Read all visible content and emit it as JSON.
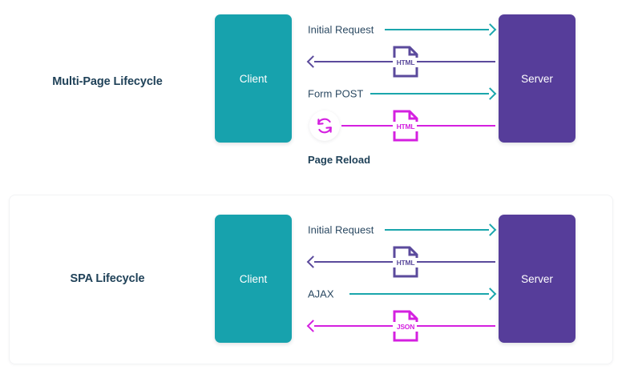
{
  "diagram": {
    "title_visible": false,
    "colors": {
      "client": "#17a2ad",
      "server": "#563d9a",
      "request_line": "#1aa6ac",
      "html_line": "#5b4a9c",
      "json_line": "#d420e0",
      "label_text": "#2c4a63",
      "heading_text": "#1f4158",
      "card_background": "#ffffff"
    },
    "sections": [
      {
        "id": "multi-page",
        "title": "Multi-Page Lifecycle",
        "client_label": "Client",
        "server_label": "Server",
        "flows": [
          {
            "label": "Initial Request",
            "direction": "right",
            "color": "#1aa6ac",
            "icon": null
          },
          {
            "label": "",
            "direction": "left",
            "color": "#5b4a9c",
            "icon": "html-document-icon",
            "icon_text": "HTML"
          },
          {
            "label": "Form POST",
            "direction": "right",
            "color": "#1aa6ac",
            "icon": null
          },
          {
            "label": "",
            "direction": "none",
            "color": "#d420e0",
            "icon": "html-document-icon",
            "icon_text": "HTML"
          }
        ],
        "reload_icon": "page-reload-icon",
        "caption": "Page Reload"
      },
      {
        "id": "spa",
        "title": "SPA Lifecycle",
        "client_label": "Client",
        "server_label": "Server",
        "flows": [
          {
            "label": "Initial Request",
            "direction": "right",
            "color": "#1aa6ac",
            "icon": null
          },
          {
            "label": "",
            "direction": "left",
            "color": "#5b4a9c",
            "icon": "html-document-icon",
            "icon_text": "HTML"
          },
          {
            "label": "AJAX",
            "direction": "right",
            "color": "#1aa6ac",
            "icon": null
          },
          {
            "label": "",
            "direction": "left",
            "color": "#d420e0",
            "icon": "json-document-icon",
            "icon_text": "JSON"
          }
        ],
        "reload_icon": null,
        "caption": ""
      }
    ]
  }
}
